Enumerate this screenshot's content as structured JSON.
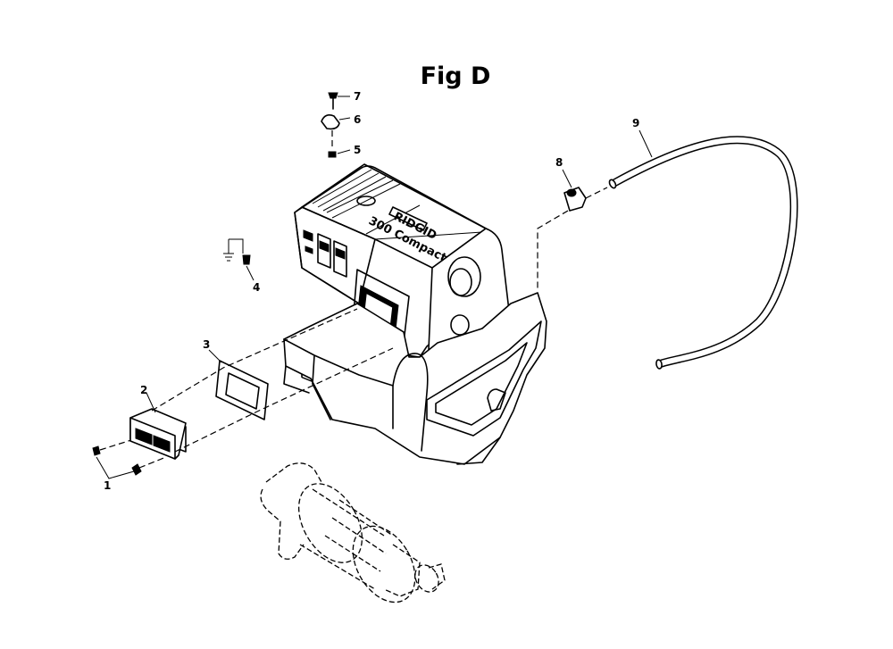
{
  "figure": {
    "title": "Fig D",
    "brand_label": "RIDGID",
    "model_label": "300 Compact"
  },
  "callouts": [
    {
      "id": "1",
      "label": "1"
    },
    {
      "id": "2",
      "label": "2"
    },
    {
      "id": "3",
      "label": "3"
    },
    {
      "id": "4",
      "label": "4"
    },
    {
      "id": "5",
      "label": "5"
    },
    {
      "id": "6",
      "label": "6"
    },
    {
      "id": "7",
      "label": "7"
    },
    {
      "id": "8",
      "label": "8"
    },
    {
      "id": "9",
      "label": "9"
    }
  ]
}
